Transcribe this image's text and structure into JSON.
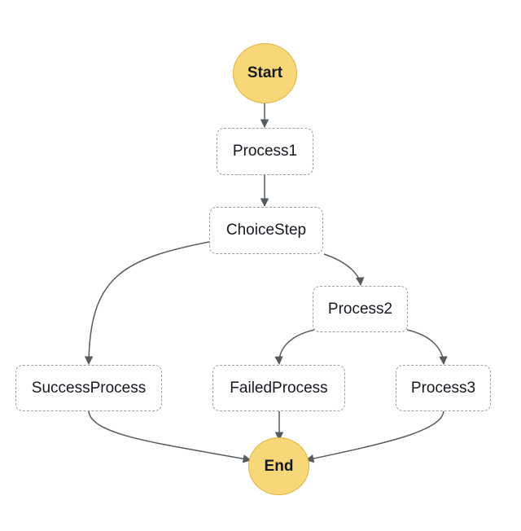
{
  "diagram": {
    "nodes": {
      "start": "Start",
      "process1": "Process1",
      "choice_step": "ChoiceStep",
      "process2": "Process2",
      "success_process": "SuccessProcess",
      "failed_process": "FailedProcess",
      "process3": "Process3",
      "end": "End"
    },
    "colors": {
      "terminal_fill": "#f7d777",
      "terminal_border": "#e3b23f",
      "state_border": "#9aa0a6",
      "edge": "#555b61"
    }
  }
}
